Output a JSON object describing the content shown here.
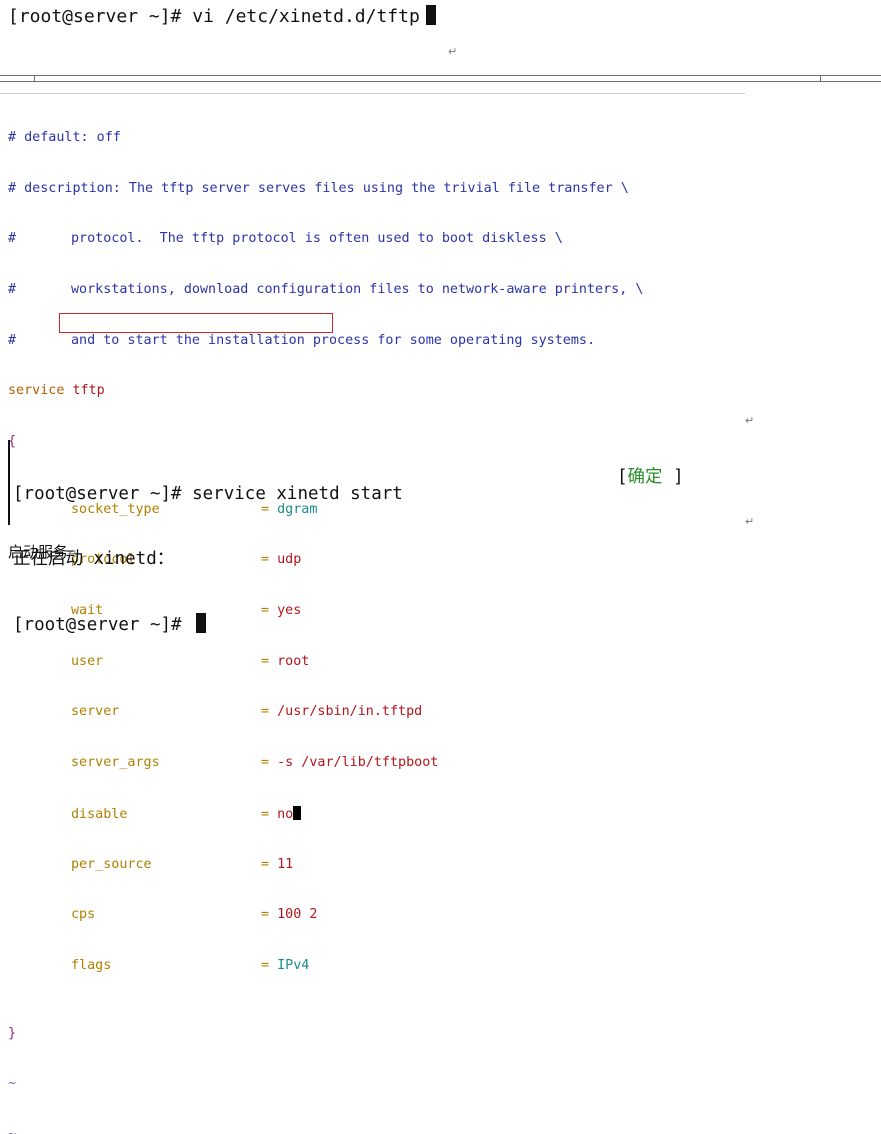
{
  "top_terminal": {
    "prompt": "[root@server ~]#",
    "command": "vi /etc/xinetd.d/tftp"
  },
  "paragraph_mark": "↵",
  "vi": {
    "comments": [
      "# default: off",
      "# description: The tftp server serves files using the trivial file transfer \\",
      "#\tprotocol.  The tftp protocol is often used to boot diskless \\",
      "#\tworkstations, download configuration files to network-aware printers, \\",
      "#\tand to start the installation process for some operating systems."
    ],
    "service_keyword": "service",
    "service_name": "tftp",
    "open_brace": "{",
    "close_brace": "}",
    "settings": [
      {
        "key": "socket_type",
        "value": "dgram",
        "value_color": "#1b8c8c"
      },
      {
        "key": "protocol",
        "value": "udp",
        "value_color": "#b2161c"
      },
      {
        "key": "wait",
        "value": "yes",
        "value_color": "#b2161c"
      },
      {
        "key": "user",
        "value": "root",
        "value_color": "#b2161c"
      },
      {
        "key": "server",
        "value": "/usr/sbin/in.tftpd",
        "value_color": "#b2161c"
      },
      {
        "key": "server_args",
        "value": "-s /var/lib/tftpboot",
        "value_color": "#b2161c"
      },
      {
        "key": "disable",
        "value": "no",
        "value_color": "#b2161c",
        "highlighted": true
      },
      {
        "key": "per_source",
        "value": "11",
        "value_color": "#b2161c"
      },
      {
        "key": "cps",
        "value": "100 2",
        "value_color": "#b2161c"
      },
      {
        "key": "flags",
        "value": "IPv4",
        "value_color": "#1b8c8c"
      }
    ],
    "equals": "=",
    "tilde": "~"
  },
  "bottom_terminal": {
    "line1": "[root@server ~]# service xinetd start",
    "line2": "正在启动 xinetd：",
    "ok_open": "[",
    "ok_text": "确定",
    "ok_close": " ]",
    "line3": "[root@server ~]#"
  },
  "caption": "启动服务"
}
